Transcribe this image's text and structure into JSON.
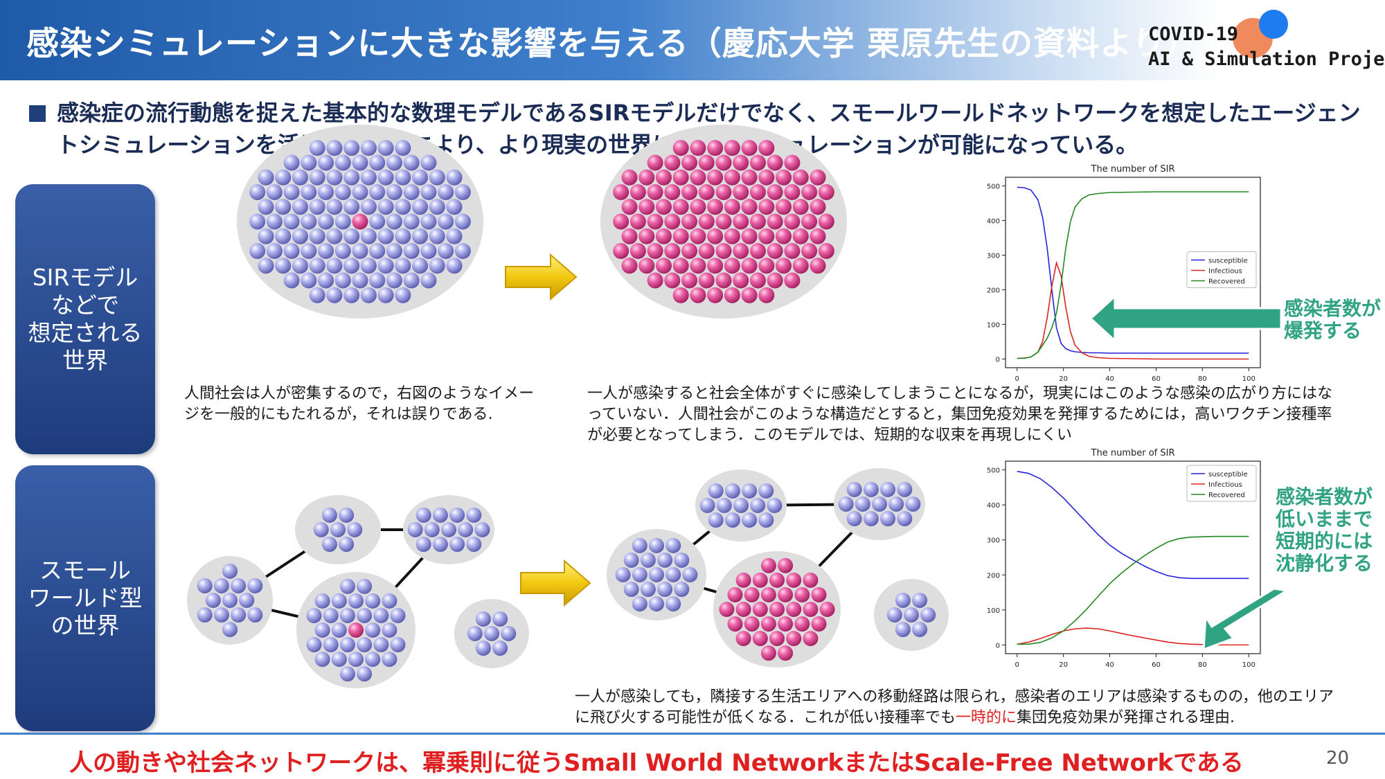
{
  "header": {
    "title": "感染シミュレーションに大きな影響を与える（慶応大学 栗原先生の資料より）",
    "logo_line1": "COVID-19",
    "logo_line2": "AI & Simulation Project"
  },
  "bullet": "感染症の流行動態を捉えた基本的な数理モデルであるSIRモデルだけでなく、スモールワールドネットワークを想定したエージェントシミュレーションを活用することにより、より現実の世界に即したシミュレーションが可能になっている。",
  "sections": [
    {
      "panel_lines": [
        "SIRモデル",
        "などで",
        "想定される",
        "世界"
      ],
      "left_desc": "人間社会は人が密集するので，右図のようなイメージを一般的にもたれるが，それは誤りである.",
      "right_desc": "一人が感染すると社会全体がすぐに感染してしまうことになるが，現実にはこのような感染の広がり方にはなっていない．人間社会がこのような構造だとすると，集団免疫効果を発揮するためには，高いワクチン接種率が必要となってしまう．このモデルでは、短期的な収束を再現しにくい",
      "annotation_lines": [
        "感染者数が",
        "爆発する"
      ]
    },
    {
      "panel_lines": [
        "スモール",
        "ワールド型",
        "の世界"
      ],
      "desc_before": "一人が感染しても，隣接する生活エリアへの移動経路は限られ，感染者のエリアは感染するものの，他のエリアに飛び火する可能性が低くなる．これが低い接種率でも",
      "desc_highlight": "一時的に",
      "desc_after": "集団免疫効果が発揮される理由.",
      "annotation_lines": [
        "感染者数が",
        "低いままで",
        "短期的には",
        "沈静化する"
      ]
    }
  ],
  "chart_data": [
    {
      "type": "line",
      "title": "The number of SIR",
      "xlim": [
        0,
        100
      ],
      "ylim": [
        0,
        500
      ],
      "xticks": [
        0,
        20,
        40,
        60,
        80,
        100
      ],
      "yticks": [
        0,
        100,
        200,
        300,
        400,
        500
      ],
      "legend_position": "center-right",
      "x": [
        0,
        3,
        6,
        9,
        11,
        13,
        15,
        17,
        19,
        21,
        23,
        25,
        28,
        31,
        35,
        40,
        50,
        60,
        70,
        80,
        90,
        100
      ],
      "series": [
        {
          "name": "susceptible",
          "color": "#2222dd",
          "values": [
            496,
            495,
            488,
            460,
            410,
            320,
            200,
            90,
            45,
            30,
            24,
            21,
            19,
            18,
            18,
            17,
            17,
            17,
            17,
            17,
            17,
            17
          ]
        },
        {
          "name": "Infectious",
          "color": "#dd2222",
          "values": [
            2,
            3,
            6,
            20,
            50,
            120,
            210,
            278,
            240,
            150,
            80,
            40,
            18,
            8,
            4,
            2,
            1,
            0,
            0,
            0,
            0,
            0
          ]
        },
        {
          "name": "Recovered",
          "color": "#228822",
          "values": [
            2,
            2,
            6,
            20,
            40,
            60,
            90,
            132,
            215,
            320,
            396,
            439,
            463,
            474,
            478,
            481,
            482,
            483,
            483,
            483,
            483,
            483
          ]
        }
      ]
    },
    {
      "type": "line",
      "title": "The number of SIR",
      "xlim": [
        0,
        100
      ],
      "ylim": [
        0,
        500
      ],
      "xticks": [
        0,
        20,
        40,
        60,
        80,
        100
      ],
      "yticks": [
        0,
        100,
        200,
        300,
        400,
        500
      ],
      "legend_position": "top-right",
      "x": [
        0,
        5,
        10,
        15,
        20,
        25,
        30,
        35,
        40,
        45,
        50,
        55,
        60,
        65,
        70,
        75,
        80,
        85,
        90,
        95,
        100
      ],
      "series": [
        {
          "name": "susceptible",
          "color": "#2222dd",
          "values": [
            496,
            490,
            475,
            450,
            420,
            385,
            350,
            315,
            285,
            262,
            243,
            225,
            210,
            198,
            192,
            190,
            190,
            190,
            190,
            190,
            190
          ]
        },
        {
          "name": "Infectious",
          "color": "#dd2222",
          "values": [
            2,
            8,
            18,
            30,
            40,
            46,
            48,
            46,
            40,
            33,
            26,
            20,
            14,
            8,
            4,
            2,
            1,
            0,
            0,
            0,
            0
          ]
        },
        {
          "name": "Recovered",
          "color": "#228822",
          "values": [
            2,
            2,
            7,
            20,
            40,
            69,
            102,
            139,
            175,
            205,
            231,
            255,
            276,
            294,
            304,
            308,
            309,
            310,
            310,
            310,
            310
          ]
        }
      ]
    }
  ],
  "footer": {
    "conclusion": "人の動きや社会ネットワークは、冪乗則に従うSmall World NetworkまたはScale-Free Networkである",
    "page_number": "20"
  },
  "colors": {
    "header_blue": "#1f5aa8",
    "agent_purple": "#9c9ee6",
    "agent_pink": "#e0559c",
    "arrow_yellow": "#f2c811",
    "annotation_green": "#2fa382",
    "highlight_red": "#e02020"
  }
}
